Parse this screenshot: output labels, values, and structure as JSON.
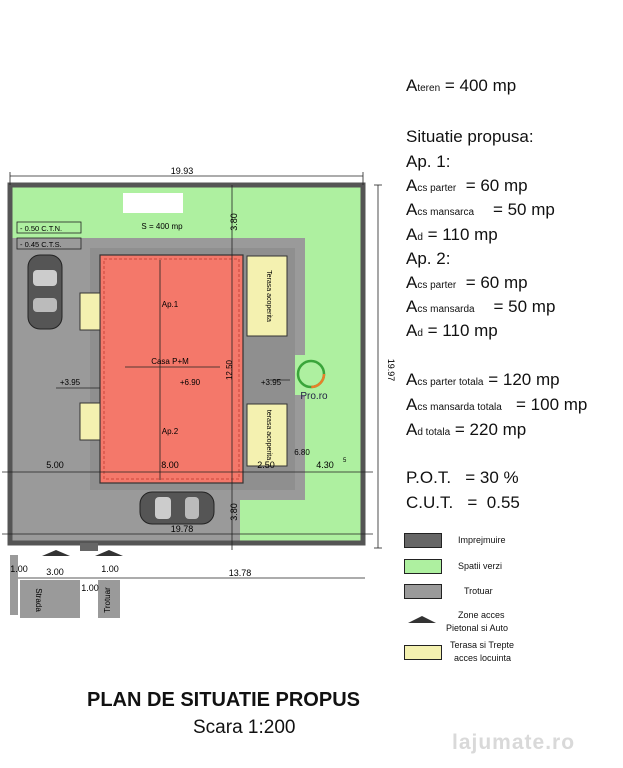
{
  "plan": {
    "dims": {
      "top_width": "19.93",
      "right_depth": "19.97",
      "top_gap": "3.80",
      "left_setback": "5.00",
      "house_width": "8.00",
      "terrace_width": "2.50",
      "right_setback": "4.30",
      "right_setback_sup": "5",
      "bottom_gap": "3.80",
      "house_depth": "12.50",
      "inner_width": "19.78",
      "sidewalk_w": "1.00",
      "street_w": "3.00",
      "fence_w": "1.00",
      "sidewalk_w2": "1.00",
      "front_total": "13.78"
    },
    "labels": {
      "area": "S = 400 mp",
      "ctn": "- 0.50 C.T.N.",
      "cts": "- 0.45 C.T.S.",
      "ap1": "Ap.1",
      "ap2": "Ap.2",
      "house": "Casa P+M",
      "elev_left": "+3.95",
      "elev_center": "+6.90",
      "elev_right": "+3.95",
      "elev_far": "6.80",
      "terrace_top": "Terasa acoperita",
      "terrace_bottom": "terasa acoperita",
      "street": "Strada",
      "sidewalk": "Trotuar",
      "logo": "Pro.ro"
    }
  },
  "summary": {
    "teren": {
      "sym": "A",
      "sub": "teren",
      "val": "= 400 mp"
    },
    "heading": "Situatie propusa:",
    "ap1_title": "Ap. 1:",
    "ap1_parter": {
      "sym": "A",
      "sub": "cs parter",
      "val": "= 60 mp"
    },
    "ap1_mansarda": {
      "sym": "A",
      "sub": "cs mansarca",
      "val": "= 50 mp"
    },
    "ap1_d": {
      "sym": "A",
      "sub": "d",
      "val": "= 110 mp"
    },
    "ap2_title": "Ap. 2:",
    "ap2_parter": {
      "sym": "A",
      "sub": "cs parter",
      "val": "= 60 mp"
    },
    "ap2_mansarda": {
      "sym": "A",
      "sub": "cs mansarda",
      "val": "= 50 mp"
    },
    "ap2_d": {
      "sym": "A",
      "sub": "d",
      "val": "= 110 mp"
    },
    "tot_parter": {
      "sym": "A",
      "sub": "cs parter totala",
      "val": "= 120 mp"
    },
    "tot_mansarda": {
      "sym": "A",
      "sub": "cs mansarda totala",
      "val": "= 100 mp"
    },
    "tot_d": {
      "sym": "A",
      "sub": "d totala",
      "val": "= 220 mp"
    },
    "pot": "P.O.T.   = 30 %",
    "cut": "C.U.T.   =  0.55"
  },
  "legend": {
    "items": [
      {
        "label": "Imprejmuire",
        "color": "#666666"
      },
      {
        "label": "Spatii verzi",
        "color": "#aef0a0"
      },
      {
        "label": "Trotuar",
        "color": "#9a9a9a"
      },
      {
        "label": "Zone acces",
        "label2": "Pietonal si Auto",
        "color": ""
      },
      {
        "label": "Terasa si Trepte",
        "label2": "acces locuinta",
        "color": "#f4f1b0"
      }
    ]
  },
  "footer": {
    "title": "PLAN DE SITUATIE PROPUS",
    "scale": "Scara 1:200",
    "watermark": "lajumate.ro"
  },
  "colors": {
    "green": "#aef0a0",
    "gray_lot": "#9a9a9a",
    "fence": "#666666",
    "house": "#f4786a",
    "terrace": "#f4f1b0"
  }
}
